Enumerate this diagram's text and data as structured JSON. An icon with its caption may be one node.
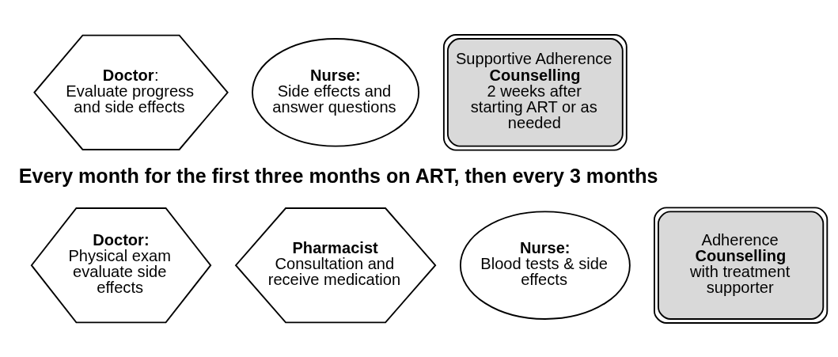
{
  "diagram": {
    "nodes": [
      {
        "text": [
          "**Doctor**:",
          "Evaluate progress and side effects"
        ]
      },
      {
        "text": [
          "**Nurse:**",
          "Side effects and answer questions"
        ]
      },
      {
        "text": [
          "Supportive Adherence **Counselling**",
          "2 weeks after starting ART or as needed"
        ]
      },
      {
        "text": [
          "**Doctor:**",
          "Physical exam evaluate side effects"
        ]
      },
      {
        "text": [
          "**Pharmacist**",
          "Consultation and receive medication"
        ]
      },
      {
        "text": [
          "**Nurse:**",
          "Blood tests & side effects"
        ]
      },
      {
        "text": [
          "Adherence **Counselling**",
          "with treatment supporter"
        ]
      }
    ],
    "edges": [],
    "labels": [
      "Every month for the first three months on ART, then every 3 months"
    ]
  }
}
